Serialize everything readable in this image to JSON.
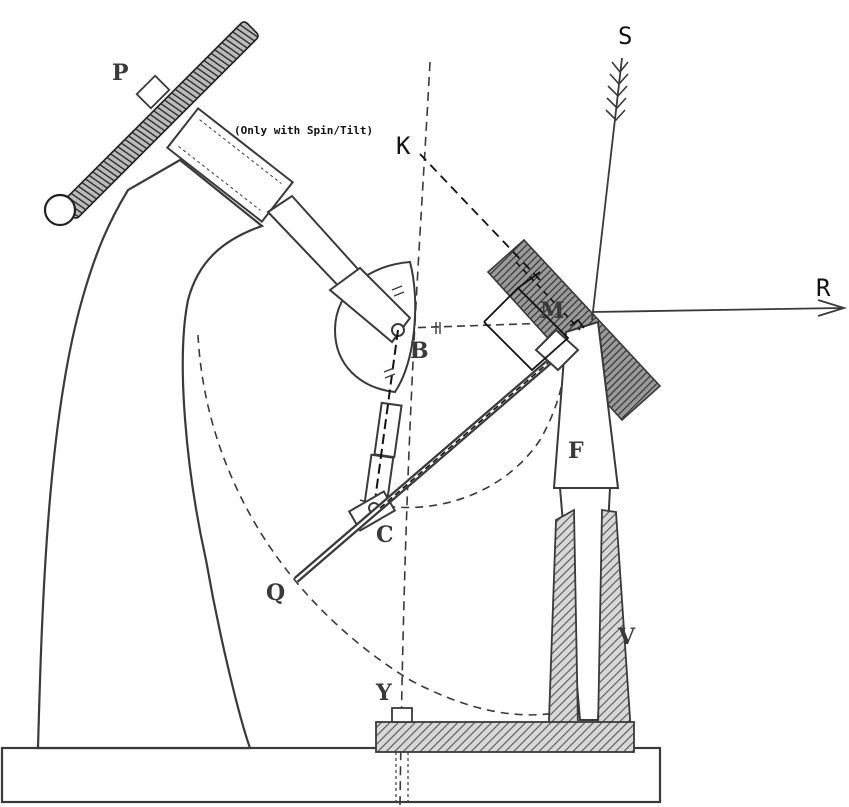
{
  "diagram": {
    "note": "(Only with Spin/Tilt)",
    "labels": {
      "P": "P",
      "S": "S",
      "K": "K",
      "R": "R",
      "M": "M",
      "B": "B",
      "F": "F",
      "C": "C",
      "Q": "Q",
      "V": "V",
      "Y": "Y"
    },
    "colors": {
      "ink": "#3a3a3a",
      "paper": "#ffffff",
      "overlay_ink": "#111111"
    }
  }
}
